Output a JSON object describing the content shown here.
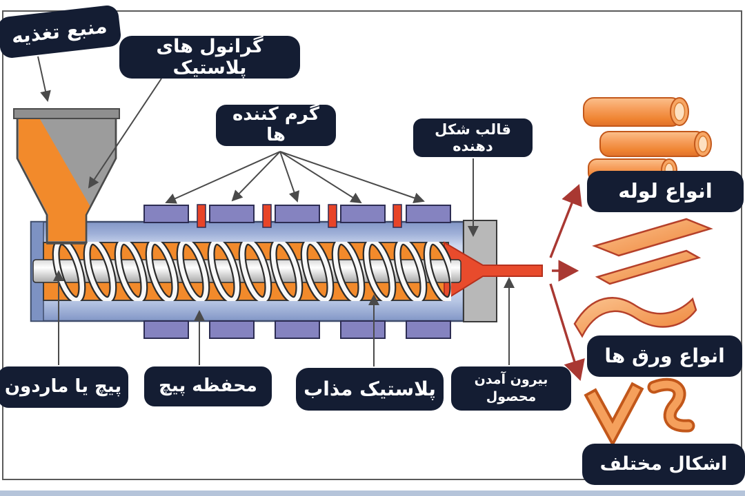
{
  "labels": {
    "feed_source": "منبع تغذیه",
    "plastic_granules": "گرانول های پلاستیک",
    "heaters": "گرم کننده ها",
    "forming_die": "قالب شکل دهنده",
    "pipe_types": "انواع لوله",
    "sheet_types": "انواع ورق ها",
    "various_shapes": "اشکال مختلف",
    "screw": "پیچ یا ماردون",
    "screw_chamber": "محفظه پیچ",
    "molten_plastic": "پلاستیک مذاب",
    "product_exit_line1": "بیرون آمدن",
    "product_exit_line2": "محصول"
  },
  "colors": {
    "label_bg": "#141d33",
    "label_text": "#ffffff",
    "melt_orange": "#f28a2b",
    "melt_red": "#e84b2c",
    "barrel_blue": "#93a4cd",
    "barrel_wall": "#7d92c3",
    "heater_purple": "#8583c0",
    "heater_element_red": "#e84428",
    "screw_silver": "#f0f0f0",
    "hopper_gray": "#9c9c9c",
    "die_gray": "#b8b8b8",
    "arrow_red": "#a93832",
    "arrow_gray": "#4a4a4a",
    "frame_border": "#5a5a5a",
    "bottom_strip": "#b5c4da",
    "product_orange_light": "#f9b87e",
    "product_orange_dark": "#ec8132"
  }
}
